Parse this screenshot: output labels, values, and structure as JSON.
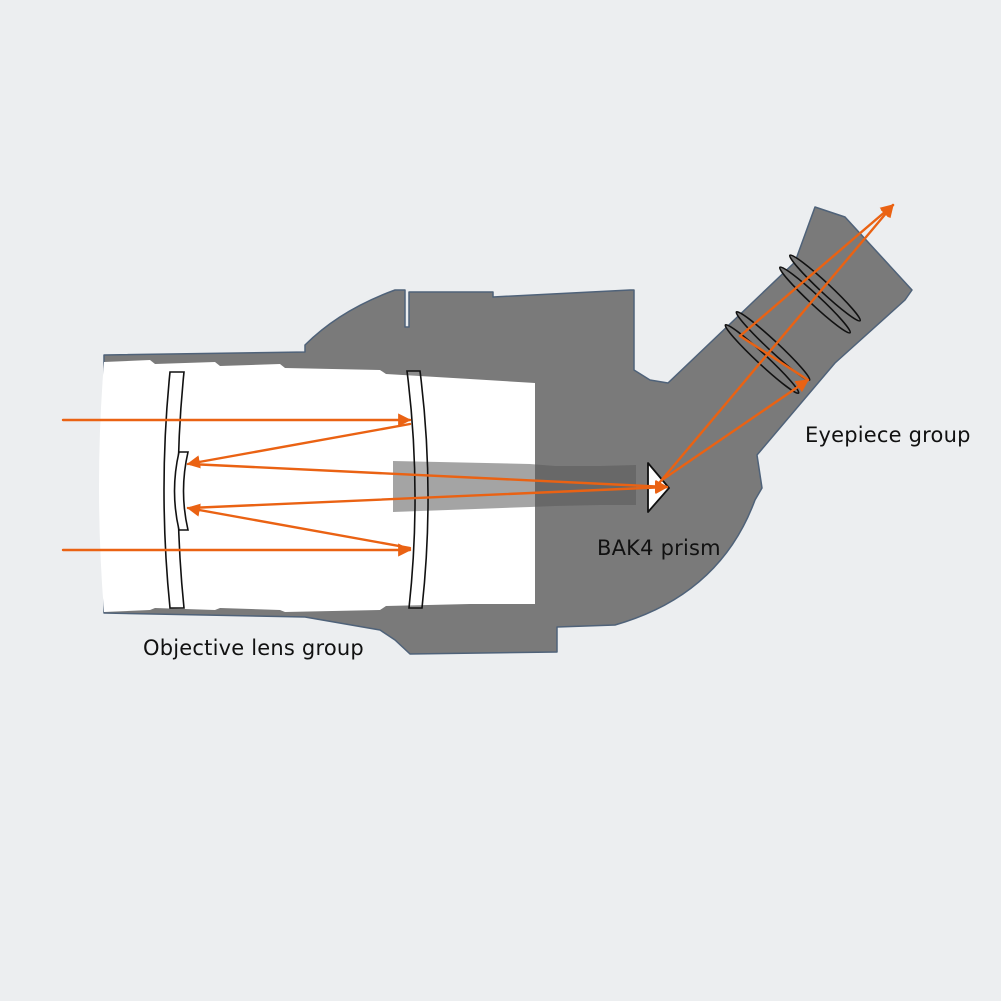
{
  "labels": {
    "objective": "Objective lens group",
    "prism": "BAK4 prism",
    "eyepiece": "Eyepiece group"
  },
  "colors": {
    "background": "#eceef0",
    "body": "#7a7a7a",
    "body_outline": "#4f6279",
    "barrel_interior": "#ffffff",
    "light_ray": "#ea6213",
    "lens_outline": "#111111"
  }
}
